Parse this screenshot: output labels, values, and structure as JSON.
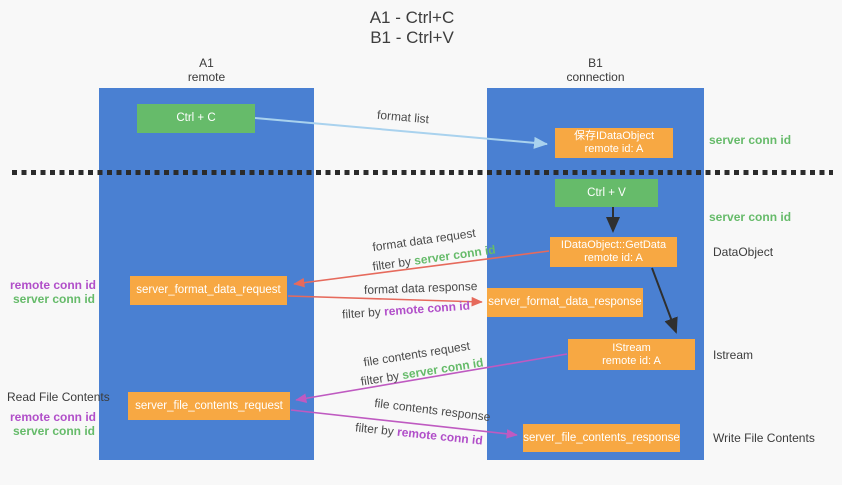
{
  "title": {
    "line1": "A1 - Ctrl+C",
    "line2": "B1 - Ctrl+V"
  },
  "columns": {
    "left": {
      "name": "A1",
      "subtitle": "remote"
    },
    "right": {
      "name": "B1",
      "subtitle": "connection"
    }
  },
  "boxes": {
    "ctrl_c": "Ctrl + C",
    "ctrl_v": "Ctrl + V",
    "save_dataobject": {
      "line1": "保存IDataObject",
      "line2": "remote id: A"
    },
    "getdata": {
      "line1": "IDataObject::GetData",
      "line2": "remote id: A"
    },
    "istream": {
      "line1": "IStream",
      "line2": "remote id: A"
    },
    "format_request": "server_format_data_request",
    "format_response": "server_format_data_response",
    "file_request": "server_file_contents_request",
    "file_response": "server_file_contents_response"
  },
  "side_labels": {
    "server_conn_id_top": "server conn id",
    "server_conn_id_mid": "server conn id",
    "dataobject": "DataObject",
    "istream": "Istream",
    "write_file_contents": "Write File Contents",
    "read_file_contents": "Read File Contents",
    "remote_conn_id_left1": "remote conn id",
    "server_conn_id_left1": "server conn id",
    "remote_conn_id_left2": "remote conn id",
    "server_conn_id_left2": "server conn id"
  },
  "arrow_labels": {
    "format_list": "format list",
    "format_data_request": "format data request",
    "filter_by_1": "filter by ",
    "server_conn_id_1": "server conn id",
    "format_data_response": "format data response",
    "filter_by_2": "filter by ",
    "remote_conn_id_2": "remote conn id",
    "file_contents_request": "file contents request",
    "filter_by_3": "filter by ",
    "server_conn_id_3": "server conn id",
    "file_contents_response": "file contents response",
    "filter_by_4": "filter by ",
    "remote_conn_id_4": "remote conn id"
  },
  "colors": {
    "column_blue": "#4a80d2",
    "box_green": "#66bb6a",
    "box_orange": "#f7a843",
    "arrow_light_blue": "#a9d2ee",
    "arrow_red": "#e66a5c",
    "arrow_magenta": "#bf5ac1",
    "arrow_black": "#2f2f2f",
    "text_green": "#66bb6a",
    "text_purple": "#b14fc9",
    "background": "#f8f8f8"
  }
}
